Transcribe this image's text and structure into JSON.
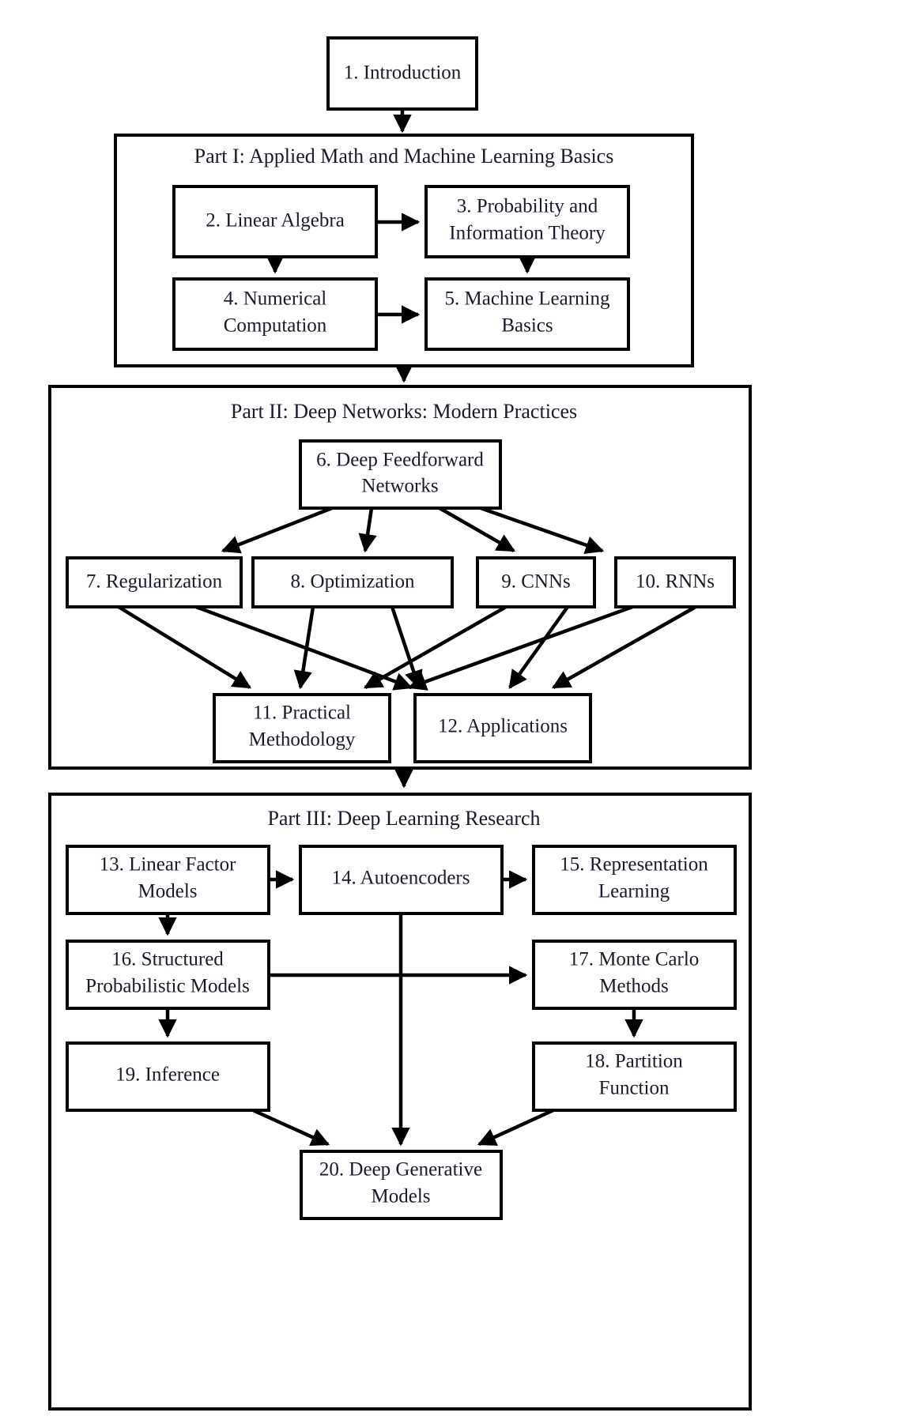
{
  "diagram": {
    "title": "Deep Learning book chapter dependency flowchart",
    "background_color": "#ffffff",
    "line_color": "#000000",
    "text_color": "#1a1a2a"
  },
  "root": {
    "id": "ch1",
    "label": "1. Introduction"
  },
  "panels": [
    {
      "id": "part1",
      "title": "Part I: Applied Math and Machine Learning Basics",
      "boxes": [
        {
          "id": "ch2",
          "label_lines": [
            "2. Linear Algebra"
          ]
        },
        {
          "id": "ch3",
          "label_lines": [
            "3. Probability and",
            "Information Theory"
          ]
        },
        {
          "id": "ch4",
          "label_lines": [
            "4. Numerical",
            "Computation"
          ]
        },
        {
          "id": "ch5",
          "label_lines": [
            "5. Machine Learning",
            "Basics"
          ]
        }
      ]
    },
    {
      "id": "part2",
      "title": "Part II: Deep Networks: Modern Practices",
      "boxes": [
        {
          "id": "ch6",
          "label_lines": [
            "6. Deep Feedforward",
            "Networks"
          ]
        },
        {
          "id": "ch7",
          "label_lines": [
            "7. Regularization"
          ]
        },
        {
          "id": "ch8",
          "label_lines": [
            "8. Optimization"
          ]
        },
        {
          "id": "ch9",
          "label_lines": [
            "9.  CNNs"
          ]
        },
        {
          "id": "ch10",
          "label_lines": [
            "10.  RNNs"
          ]
        },
        {
          "id": "ch11",
          "label_lines": [
            "11. Practical",
            "Methodology"
          ]
        },
        {
          "id": "ch12",
          "label_lines": [
            "12. Applications"
          ]
        }
      ]
    },
    {
      "id": "part3",
      "title": "Part III: Deep Learning Research",
      "boxes": [
        {
          "id": "ch13",
          "label_lines": [
            "13. Linear Factor",
            "Models"
          ]
        },
        {
          "id": "ch14",
          "label_lines": [
            "14. Autoencoders"
          ]
        },
        {
          "id": "ch15",
          "label_lines": [
            "15. Representation",
            "Learning"
          ]
        },
        {
          "id": "ch16",
          "label_lines": [
            "16. Structured",
            "Probabilistic Models"
          ]
        },
        {
          "id": "ch17",
          "label_lines": [
            "17. Monte Carlo",
            "Methods"
          ]
        },
        {
          "id": "ch18",
          "label_lines": [
            "18. Partition",
            "Function"
          ]
        },
        {
          "id": "ch19",
          "label_lines": [
            "19. Inference"
          ]
        },
        {
          "id": "ch20",
          "label_lines": [
            "20. Deep Generative",
            "Models"
          ]
        }
      ]
    }
  ],
  "chart_data": {
    "type": "diagram",
    "title": "Deep Learning book chapter dependency flowchart",
    "nodes": [
      {
        "id": "ch1",
        "label": "1. Introduction",
        "group": "root"
      },
      {
        "id": "ch2",
        "label": "2. Linear Algebra",
        "group": "part1"
      },
      {
        "id": "ch3",
        "label": "3. Probability and Information Theory",
        "group": "part1"
      },
      {
        "id": "ch4",
        "label": "4. Numerical Computation",
        "group": "part1"
      },
      {
        "id": "ch5",
        "label": "5. Machine Learning Basics",
        "group": "part1"
      },
      {
        "id": "ch6",
        "label": "6. Deep Feedforward Networks",
        "group": "part2"
      },
      {
        "id": "ch7",
        "label": "7. Regularization",
        "group": "part2"
      },
      {
        "id": "ch8",
        "label": "8. Optimization",
        "group": "part2"
      },
      {
        "id": "ch9",
        "label": "9. CNNs",
        "group": "part2"
      },
      {
        "id": "ch10",
        "label": "10. RNNs",
        "group": "part2"
      },
      {
        "id": "ch11",
        "label": "11. Practical Methodology",
        "group": "part2"
      },
      {
        "id": "ch12",
        "label": "12. Applications",
        "group": "part2"
      },
      {
        "id": "ch13",
        "label": "13. Linear Factor Models",
        "group": "part3"
      },
      {
        "id": "ch14",
        "label": "14. Autoencoders",
        "group": "part3"
      },
      {
        "id": "ch15",
        "label": "15. Representation Learning",
        "group": "part3"
      },
      {
        "id": "ch16",
        "label": "16. Structured Probabilistic Models",
        "group": "part3"
      },
      {
        "id": "ch17",
        "label": "17. Monte Carlo Methods",
        "group": "part3"
      },
      {
        "id": "ch18",
        "label": "18. Partition Function",
        "group": "part3"
      },
      {
        "id": "ch19",
        "label": "19. Inference",
        "group": "part3"
      },
      {
        "id": "ch20",
        "label": "20. Deep Generative Models",
        "group": "part3"
      }
    ],
    "edges": [
      {
        "from": "ch1",
        "to": "part1"
      },
      {
        "from": "ch2",
        "to": "ch3"
      },
      {
        "from": "ch2",
        "to": "ch4"
      },
      {
        "from": "ch3",
        "to": "ch5"
      },
      {
        "from": "ch4",
        "to": "ch5"
      },
      {
        "from": "part1",
        "to": "part2"
      },
      {
        "from": "ch6",
        "to": "ch7"
      },
      {
        "from": "ch6",
        "to": "ch8"
      },
      {
        "from": "ch6",
        "to": "ch9"
      },
      {
        "from": "ch6",
        "to": "ch10"
      },
      {
        "from": "ch7",
        "to": "ch11"
      },
      {
        "from": "ch7",
        "to": "ch12"
      },
      {
        "from": "ch8",
        "to": "ch11"
      },
      {
        "from": "ch8",
        "to": "ch12"
      },
      {
        "from": "ch9",
        "to": "ch11"
      },
      {
        "from": "ch9",
        "to": "ch12"
      },
      {
        "from": "ch10",
        "to": "ch11"
      },
      {
        "from": "ch10",
        "to": "ch12"
      },
      {
        "from": "part2",
        "to": "part3"
      },
      {
        "from": "ch13",
        "to": "ch14"
      },
      {
        "from": "ch13",
        "to": "ch16"
      },
      {
        "from": "ch14",
        "to": "ch15"
      },
      {
        "from": "ch14",
        "to": "ch20"
      },
      {
        "from": "ch16",
        "to": "ch17"
      },
      {
        "from": "ch16",
        "to": "ch19"
      },
      {
        "from": "ch17",
        "to": "ch18"
      },
      {
        "from": "ch18",
        "to": "ch20"
      },
      {
        "from": "ch19",
        "to": "ch20"
      }
    ]
  }
}
